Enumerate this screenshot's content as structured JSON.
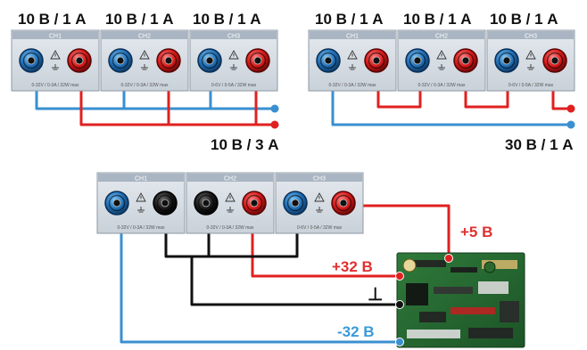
{
  "diagram1": {
    "channel_ratings": [
      "10 В / 1 А",
      "10 В / 1 А",
      "10 В / 1 А"
    ],
    "output_label": "10 В / 3 А"
  },
  "diagram2": {
    "channel_ratings": [
      "10 В / 1 А",
      "10 В / 1 А",
      "10 В / 1 А"
    ],
    "output_label": "30 В / 1 А"
  },
  "diagram3": {
    "rail_labels": {
      "plus5": "+5 В",
      "plus32": "+32 В",
      "ground": "⊥",
      "minus32": "-32 В"
    }
  },
  "panel": {
    "channels": [
      "CH1",
      "CH2",
      "CH3"
    ],
    "spec_text": [
      "0-32V / 0-3A / 32W max",
      "0-32V / 0-3A / 32W max",
      "0-6V / 0-5A / 32W max"
    ]
  },
  "colors": {
    "wire_blue": "#3a8fd0",
    "wire_red": "#e02020",
    "wire_black": "#111111",
    "label_red": "#e03030",
    "label_blue": "#3a9ad8",
    "panel_bg": "#d6dde4",
    "panel_header": "#a9b5c2"
  }
}
